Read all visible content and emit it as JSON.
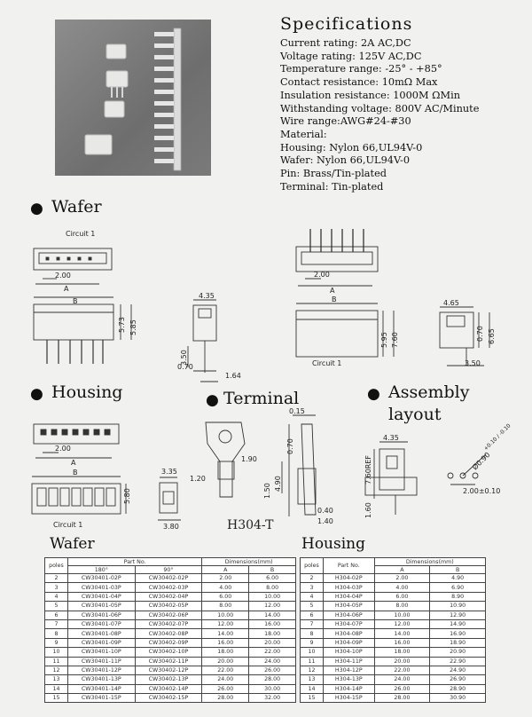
{
  "specs": {
    "title": "Specifications",
    "lines": [
      "Current rating: 2A AC,DC",
      "Voltage rating: 125V AC,DC",
      "Temperature range: -25°  -  +85°",
      "Contact resistance: 10mΩ Max",
      "Insulation resistance: 1000M ΩMin",
      "Withstanding voltage: 800V AC/Minute",
      "Wire range:AWG#24-#30",
      "Material:",
      "Housing: Nylon 66,UL94V-0",
      "Wafer: Nylon 66,UL94V-0",
      "Pin: Brass/Tin-plated",
      "Terminal: Tin-plated"
    ]
  },
  "sections": {
    "wafer": "Wafer",
    "housing": "Housing",
    "terminal": "Terminal",
    "assembly_1": "Assembly",
    "assembly_2": "layout"
  },
  "drawings": {
    "circuit1": "Circuit 1",
    "circuit1_b": "Circuit 1",
    "circuit1_c": "Circuit 1",
    "a": "A",
    "b": "B",
    "d200": "2.00",
    "d573": "5.73",
    "d585": "5.85",
    "d435": "4.35",
    "d350": "3.50",
    "d070": "0.70",
    "d164": "1.64",
    "d595": "5.95",
    "d760": "7.60",
    "d465": "4.65",
    "d070b": "0.70",
    "d665": "6.65",
    "d350b": "3.50",
    "d015": "0.15",
    "d190": "1.90",
    "d120": "1.20",
    "d490": "4.90",
    "d070c": "0.70",
    "d150": "1.50",
    "d040": "0.40",
    "d140": "1.40",
    "d580": "5.80",
    "d335": "3.35",
    "d380": "3.80",
    "d435b": "4.35",
    "d760ref": "7.60REF",
    "d160": "1.60",
    "hole": "Ø0.90",
    "hole_tol": "+0.10 / -0.10",
    "pitch": "2.00±0.10",
    "terminal_part": "H304-T"
  },
  "wafer_table": {
    "title": "Wafer",
    "h_poles": "poles",
    "h_part": "Part No.",
    "h_180": "180°",
    "h_90": "90°",
    "h_dims": "Dimensions(mm)",
    "h_a": "A",
    "h_b": "B",
    "rows": [
      [
        "2",
        "CW30401-02P",
        "CW30402-02P",
        "2.00",
        "6.00"
      ],
      [
        "3",
        "CW30401-03P",
        "CW30402-03P",
        "4.00",
        "8.00"
      ],
      [
        "4",
        "CW30401-04P",
        "CW30402-04P",
        "6.00",
        "10.00"
      ],
      [
        "5",
        "CW30401-05P",
        "CW30402-05P",
        "8.00",
        "12.00"
      ],
      [
        "6",
        "CW30401-06P",
        "CW30402-06P",
        "10.00",
        "14.00"
      ],
      [
        "7",
        "CW30401-07P",
        "CW30402-07P",
        "12.00",
        "16.00"
      ],
      [
        "8",
        "CW30401-08P",
        "CW30402-08P",
        "14.00",
        "18.00"
      ],
      [
        "9",
        "CW30401-09P",
        "CW30402-09P",
        "16.00",
        "20.00"
      ],
      [
        "10",
        "CW30401-10P",
        "CW30402-10P",
        "18.00",
        "22.00"
      ],
      [
        "11",
        "CW30401-11P",
        "CW30402-11P",
        "20.00",
        "24.00"
      ],
      [
        "12",
        "CW30401-12P",
        "CW30402-12P",
        "22.00",
        "26.00"
      ],
      [
        "13",
        "CW30401-13P",
        "CW30402-13P",
        "24.00",
        "28.00"
      ],
      [
        "14",
        "CW30401-14P",
        "CW30402-14P",
        "26.00",
        "30.00"
      ],
      [
        "15",
        "CW30401-15P",
        "CW30402-15P",
        "28.00",
        "32.00"
      ]
    ]
  },
  "housing_table": {
    "title": "Housing",
    "h_poles": "poles",
    "h_part": "Part No.",
    "h_dims": "Dimensions(mm)",
    "h_a": "A",
    "h_b": "B",
    "rows": [
      [
        "2",
        "H304-02P",
        "2.00",
        "4.90"
      ],
      [
        "3",
        "H304-03P",
        "4.00",
        "6.90"
      ],
      [
        "4",
        "H304-04P",
        "6.00",
        "8.90"
      ],
      [
        "5",
        "H304-05P",
        "8.00",
        "10.90"
      ],
      [
        "6",
        "H304-06P",
        "10.00",
        "12.90"
      ],
      [
        "7",
        "H304-07P",
        "12.00",
        "14.90"
      ],
      [
        "8",
        "H304-08P",
        "14.00",
        "16.90"
      ],
      [
        "9",
        "H304-09P",
        "16.00",
        "18.90"
      ],
      [
        "10",
        "H304-10P",
        "18.00",
        "20.90"
      ],
      [
        "11",
        "H304-11P",
        "20.00",
        "22.90"
      ],
      [
        "12",
        "H304-12P",
        "22.00",
        "24.90"
      ],
      [
        "13",
        "H304-13P",
        "24.00",
        "26.90"
      ],
      [
        "14",
        "H304-14P",
        "26.00",
        "28.90"
      ],
      [
        "15",
        "H304-15P",
        "28.00",
        "30.90"
      ]
    ]
  }
}
